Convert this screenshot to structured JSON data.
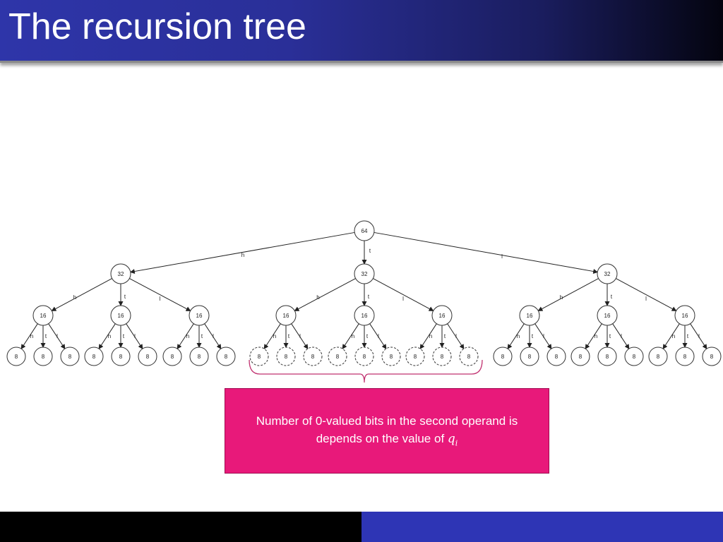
{
  "slide": {
    "title": "The recursion tree",
    "callout": {
      "text_before": "Number of 0-valued bits in the second operand is depends on the value of ",
      "math_var": "q",
      "math_sub": "i"
    }
  },
  "tree": {
    "root": "64",
    "level1": "32",
    "level2": "16",
    "level3": "8",
    "edge_labels": [
      "h",
      "t",
      "l"
    ]
  },
  "colors": {
    "title_bar_start": "#2e35a9",
    "title_bar_end": "#04040f",
    "callout_fill": "#e8197a",
    "brace": "#c0306f",
    "footer_left": "#000000",
    "footer_right": "#2e35b5"
  }
}
